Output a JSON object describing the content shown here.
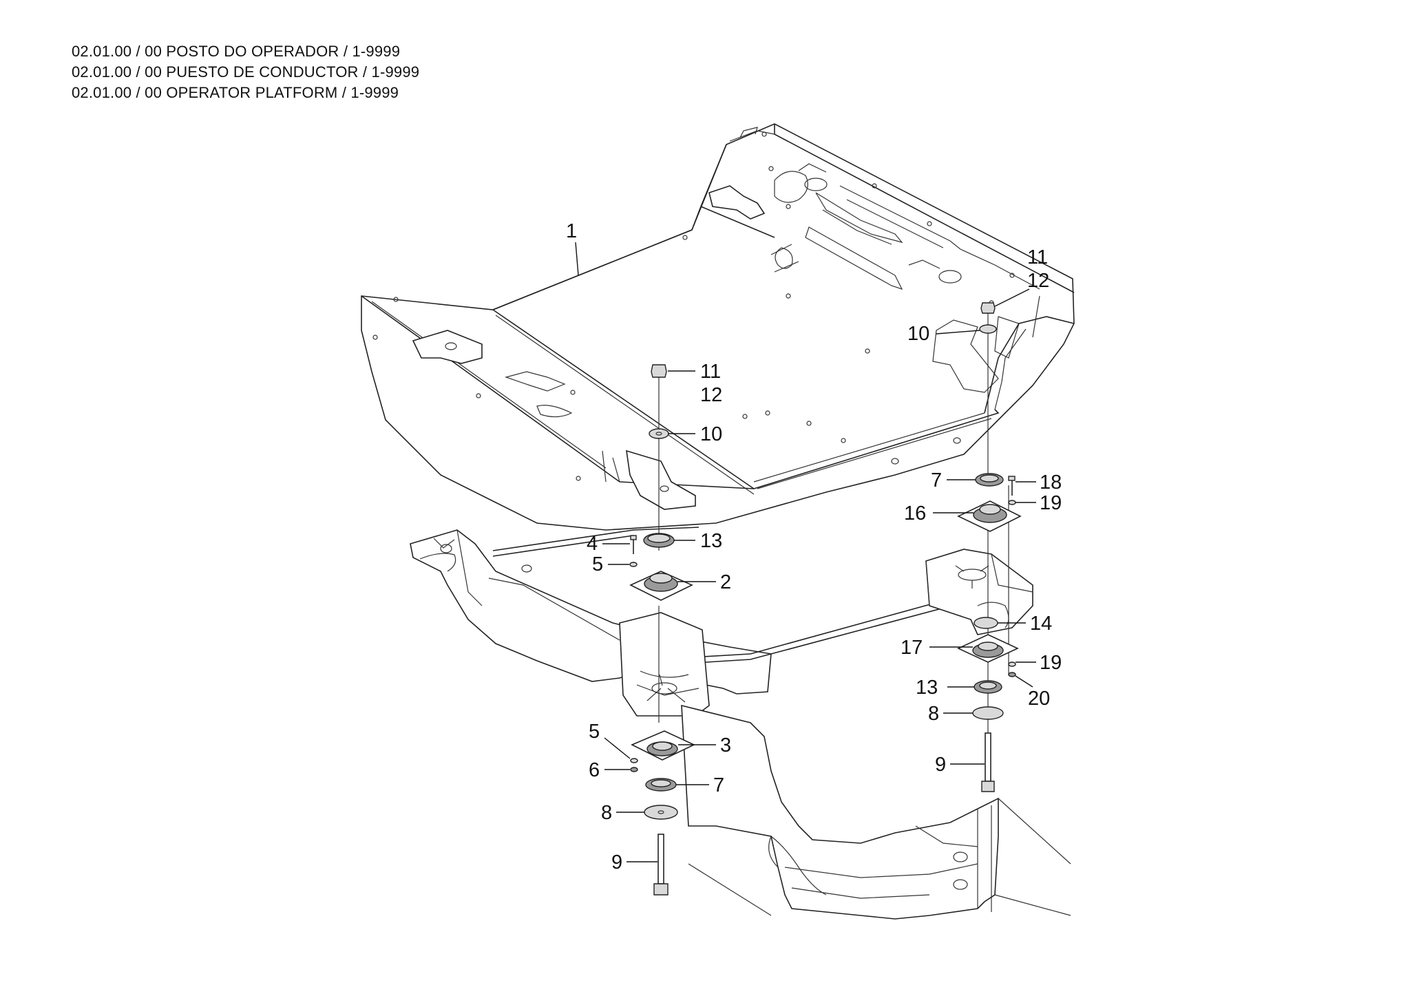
{
  "header": {
    "lines": [
      "02.01.00 / 00 POSTO DO OPERADOR / 1-9999",
      "02.01.00 / 00 PUESTO DE CONDUCTOR / 1-9999",
      "02.01.00 / 00 OPERATOR PLATFORM / 1-9999"
    ]
  },
  "diagram": {
    "callouts": {
      "c1": "1",
      "c11_left": "11",
      "c12_left": "12",
      "c10_left": "10",
      "c13_left": "13",
      "c4": "4",
      "c5_upper": "5",
      "c2": "2",
      "c5_lower": "5",
      "c6": "6",
      "c3": "3",
      "c7_left": "7",
      "c8_left": "8",
      "c9_left": "9",
      "c11_right": "11",
      "c12_right": "12",
      "c10_right": "10",
      "c7_right": "7",
      "c18": "18",
      "c19_upper": "19",
      "c16": "16",
      "c14": "14",
      "c17": "17",
      "c19_lower": "19",
      "c13_right": "13",
      "c20": "20",
      "c8_right": "8",
      "c9_right": "9"
    }
  }
}
